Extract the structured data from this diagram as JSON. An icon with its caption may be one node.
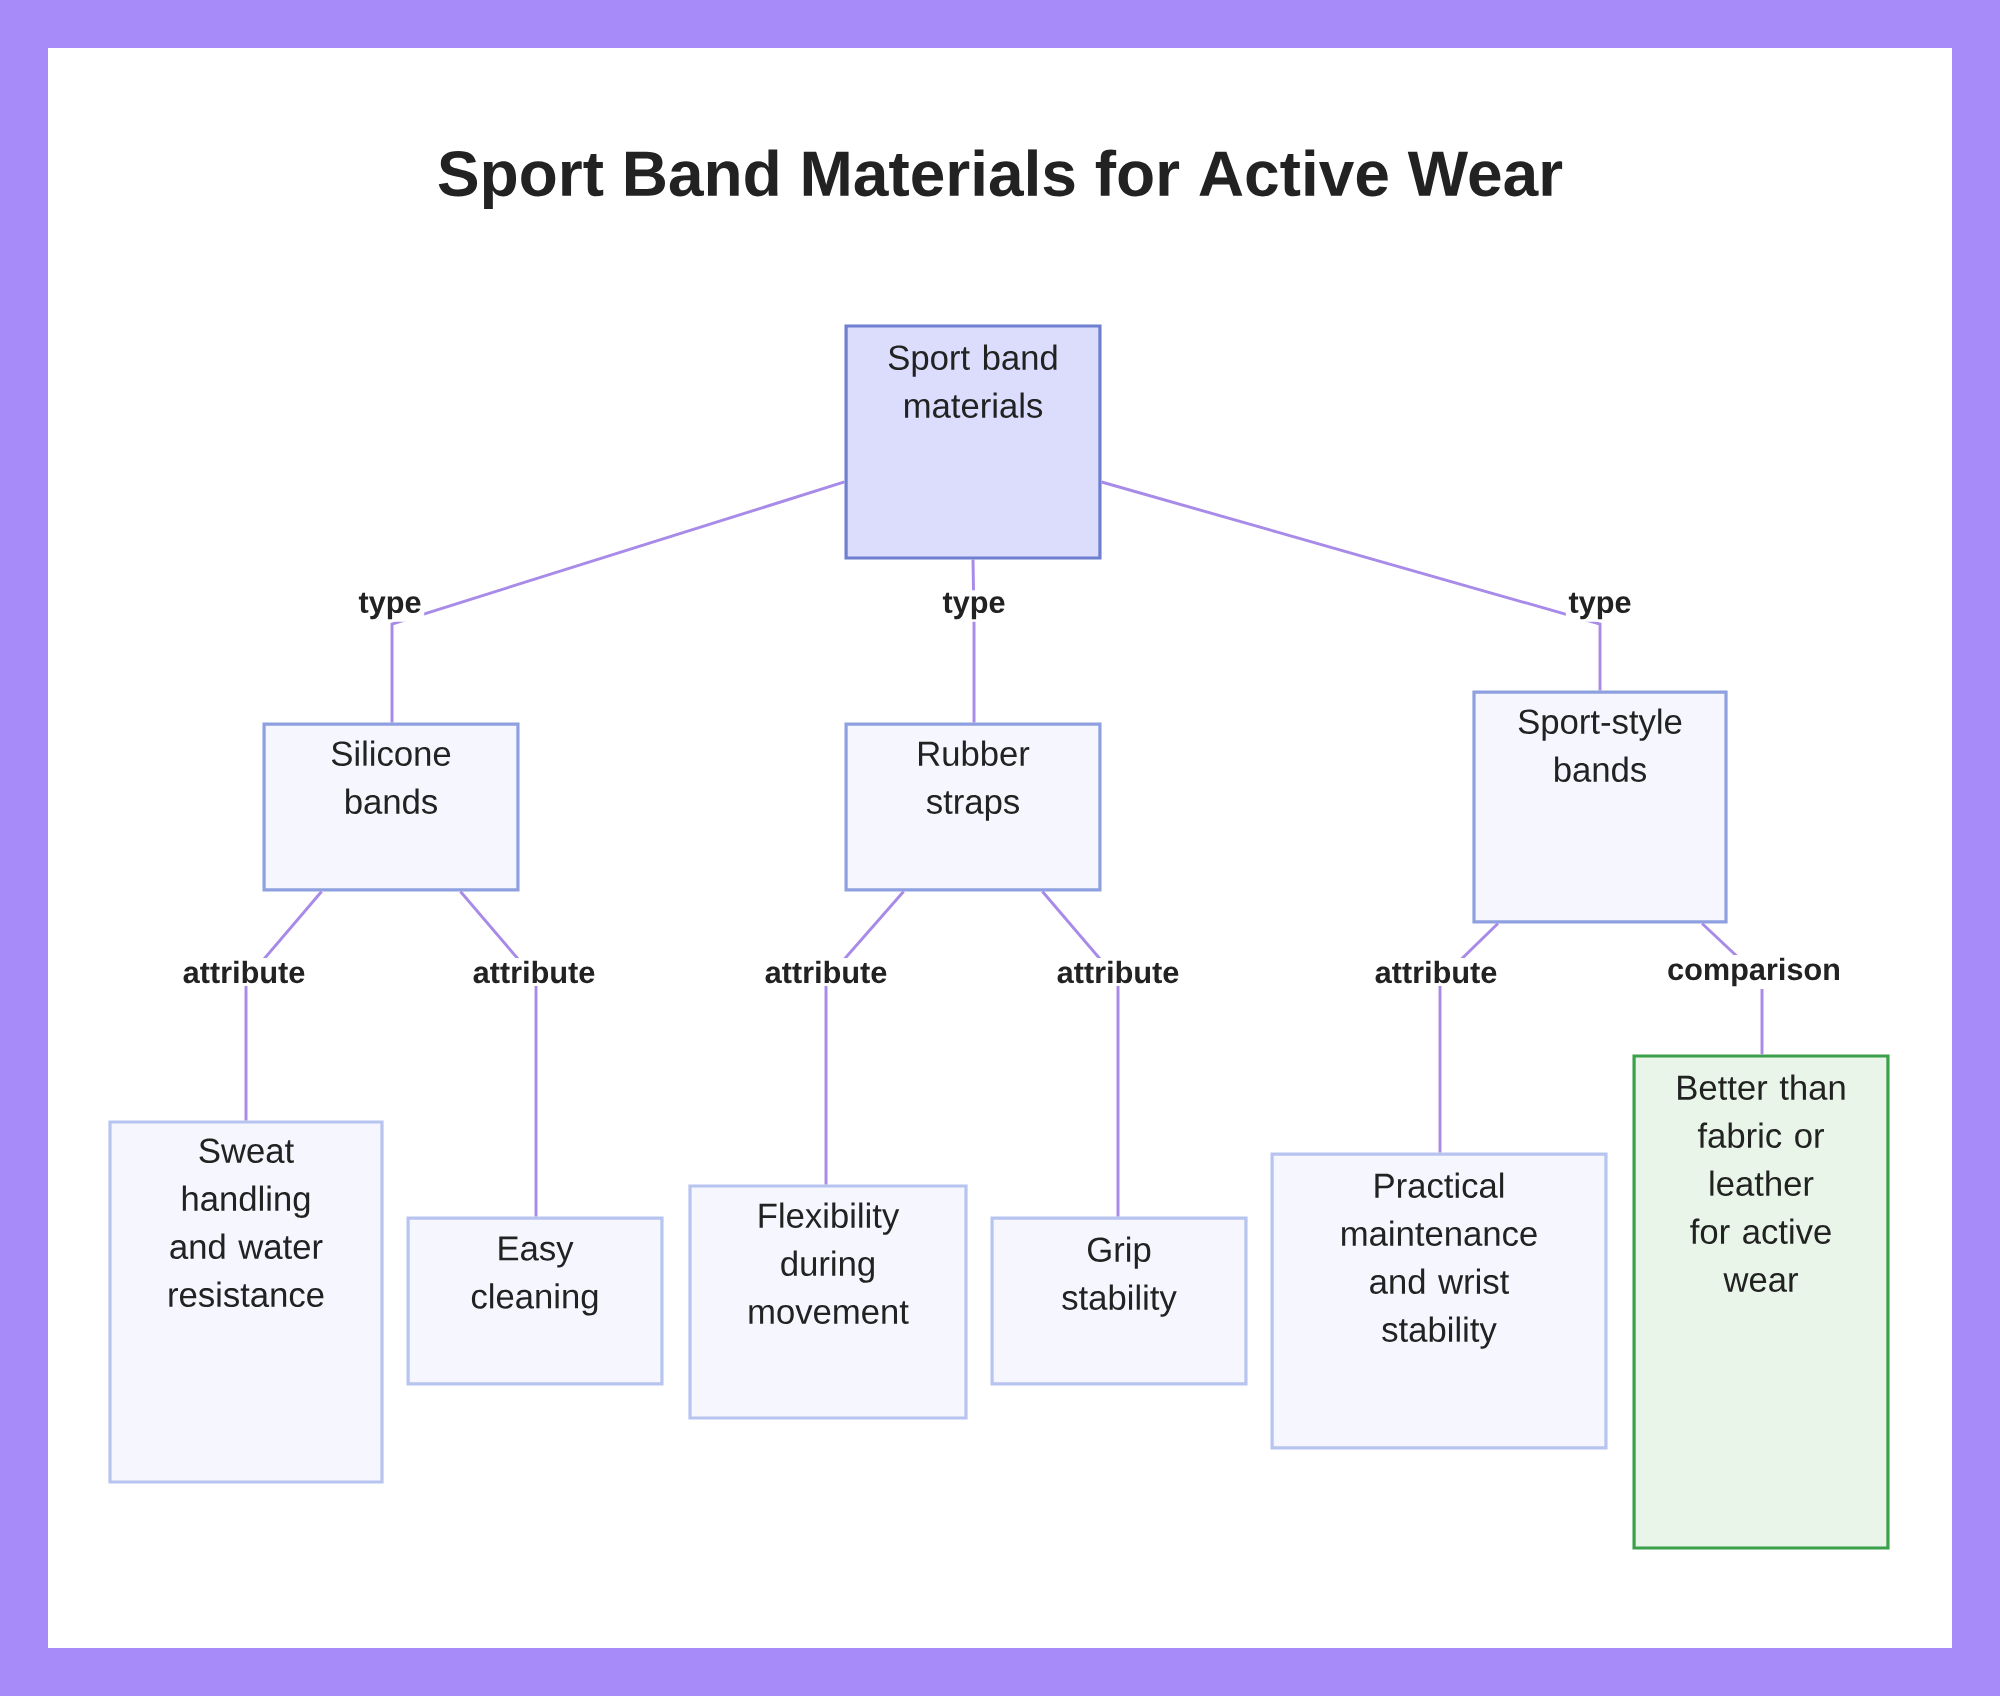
{
  "diagram": {
    "title": "Sport Band Materials for Active Wear",
    "nodes": [
      {
        "text": [
          "Sport band materials"
        ]
      },
      {
        "text": [
          "Silicone bands"
        ]
      },
      {
        "text": [
          "Rubber straps"
        ]
      },
      {
        "text": [
          "Sport-style bands"
        ]
      },
      {
        "text": [
          "Sweat handling and water resistance"
        ]
      },
      {
        "text": [
          "Easy cleaning"
        ]
      },
      {
        "text": [
          "Flexibility during movement"
        ]
      },
      {
        "text": [
          "Grip stability"
        ]
      },
      {
        "text": [
          "Practical maintenance and wrist stability"
        ]
      },
      {
        "text": [
          "Better than fabric or leather for active wear"
        ]
      }
    ],
    "edges": [
      {
        "from": 0,
        "to": 1,
        "arrow": "none",
        "label": "type"
      },
      {
        "from": 0,
        "to": 2,
        "arrow": "none",
        "label": "type"
      },
      {
        "from": 0,
        "to": 3,
        "arrow": "none",
        "label": "type"
      },
      {
        "from": 1,
        "to": 4,
        "arrow": "none",
        "label": "attribute"
      },
      {
        "from": 1,
        "to": 5,
        "arrow": "none",
        "label": "attribute"
      },
      {
        "from": 2,
        "to": 6,
        "arrow": "none",
        "label": "attribute"
      },
      {
        "from": 2,
        "to": 7,
        "arrow": "none",
        "label": "attribute"
      },
      {
        "from": 3,
        "to": 8,
        "arrow": "none",
        "label": "attribute"
      },
      {
        "from": 3,
        "to": 9,
        "arrow": "none",
        "label": "comparison"
      }
    ]
  }
}
